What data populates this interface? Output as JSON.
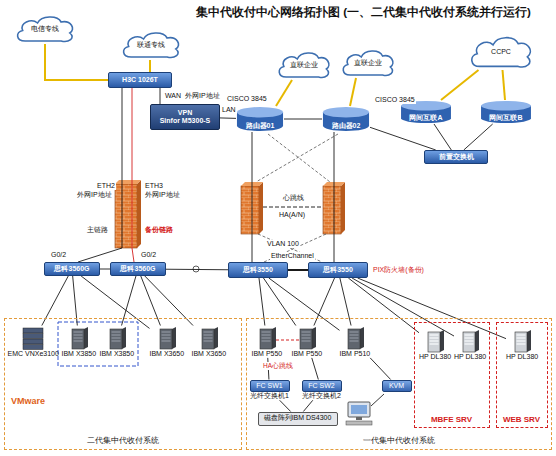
{
  "diagram": {
    "title": "集中代收付中心网络拓扑图 (一、二代集中代收付系统并行运行)",
    "nodes": [
      {
        "text": [
          "电信专线"
        ]
      },
      {
        "text": [
          "联通专线"
        ]
      },
      {
        "text": [
          "H3C 1026T"
        ]
      },
      {
        "text": [
          "VPN",
          "Sinfor M5300-S"
        ]
      },
      {
        "text": [
          "直联企业"
        ]
      },
      {
        "text": [
          "直联企业"
        ]
      },
      {
        "text": [
          "CCPC"
        ]
      },
      {
        "text": [
          "路由器01"
        ]
      },
      {
        "text": [
          "路由器02"
        ]
      },
      {
        "text": [
          "网间互联A"
        ]
      },
      {
        "text": [
          "网间互联B"
        ]
      },
      {
        "text": [
          "前置交换机"
        ]
      },
      {
        "text": [
          "思科3560G"
        ]
      },
      {
        "text": [
          "思科3560G"
        ]
      },
      {
        "text": [
          "思科3550"
        ]
      },
      {
        "text": [
          "思科3550"
        ]
      },
      {
        "text": [
          "二代集中代收付系统"
        ]
      },
      {
        "text": [
          "EMC VNXe3100"
        ],
        "in": 16
      },
      {
        "text": [
          "IBM X3850"
        ],
        "in": 16
      },
      {
        "text": [
          "IBM X3850"
        ],
        "in": 16
      },
      {
        "text": [
          "IBM X3650"
        ],
        "in": 16
      },
      {
        "text": [
          "IBM X3650"
        ],
        "in": 16
      },
      {
        "text": [
          "一代集中代收付系统"
        ]
      },
      {
        "text": [
          "IBM P550"
        ],
        "in": 22
      },
      {
        "text": [
          "IBM P550"
        ],
        "in": 22
      },
      {
        "text": [
          "IBM P510"
        ],
        "in": 22
      },
      {
        "text": [
          "FC SW1",
          "光纤交换机1"
        ],
        "in": 22
      },
      {
        "text": [
          "FC SW2",
          "光纤交换机2"
        ],
        "in": 22
      },
      {
        "text": [
          "磁盘阵列IBM DS4300"
        ],
        "in": 22
      },
      {
        "text": [
          "KVM"
        ],
        "in": 22
      },
      {
        "text": [
          "MBFE SRV"
        ],
        "in": 22
      },
      {
        "text": [
          "HP DL380"
        ],
        "in": 30
      },
      {
        "text": [
          "HP DL380"
        ],
        "in": 30
      },
      {
        "text": [
          "WEB SRV"
        ],
        "in": 22
      },
      {
        "text": [
          "HP DL380"
        ],
        "in": 33
      }
    ],
    "edges": [
      {
        "from": 0,
        "to": 2,
        "arrow": "none"
      },
      {
        "from": 1,
        "to": 2,
        "arrow": "none"
      },
      {
        "from": 2,
        "to": 3,
        "arrow": "none"
      },
      {
        "from": 3,
        "to": 7,
        "arrow": "none"
      },
      {
        "from": 2,
        "to": 12,
        "arrow": "none"
      },
      {
        "from": 2,
        "to": 13,
        "arrow": "none"
      },
      {
        "from": 4,
        "to": 7,
        "arrow": "none"
      },
      {
        "from": 5,
        "to": 8,
        "arrow": "none"
      },
      {
        "from": 7,
        "to": 8,
        "arrow": "none"
      },
      {
        "from": 7,
        "to": 14,
        "arrow": "none"
      },
      {
        "from": 8,
        "to": 15,
        "arrow": "none"
      },
      {
        "from": 6,
        "to": 9,
        "arrow": "none"
      },
      {
        "from": 6,
        "to": 10,
        "arrow": "none"
      },
      {
        "from": 9,
        "to": 11,
        "arrow": "none"
      },
      {
        "from": 10,
        "to": 11,
        "arrow": "none"
      },
      {
        "from": 11,
        "to": 8,
        "arrow": "none"
      },
      {
        "from": 12,
        "to": 13,
        "arrow": "none"
      },
      {
        "from": 13,
        "to": 14,
        "arrow": "none"
      },
      {
        "from": 14,
        "to": 15,
        "arrow": "none"
      },
      {
        "from": 12,
        "to": 17,
        "arrow": "none"
      },
      {
        "from": 12,
        "to": 18,
        "arrow": "none"
      },
      {
        "from": 12,
        "to": 20,
        "arrow": "none"
      },
      {
        "from": 13,
        "to": 19,
        "arrow": "none"
      },
      {
        "from": 13,
        "to": 20,
        "arrow": "none"
      },
      {
        "from": 13,
        "to": 21,
        "arrow": "none"
      },
      {
        "from": 14,
        "to": 23,
        "arrow": "none"
      },
      {
        "from": 14,
        "to": 24,
        "arrow": "none"
      },
      {
        "from": 14,
        "to": 25,
        "arrow": "none"
      },
      {
        "from": 15,
        "to": 24,
        "arrow": "none"
      },
      {
        "from": 15,
        "to": 25,
        "arrow": "none"
      },
      {
        "from": 15,
        "to": 31,
        "arrow": "none"
      },
      {
        "from": 15,
        "to": 32,
        "arrow": "none"
      },
      {
        "from": 15,
        "to": 34,
        "arrow": "none"
      },
      {
        "from": 23,
        "to": 26,
        "arrow": "none"
      },
      {
        "from": 24,
        "to": 27,
        "arrow": "none"
      },
      {
        "from": 26,
        "to": 28,
        "arrow": "none"
      },
      {
        "from": 27,
        "to": 28,
        "arrow": "none"
      },
      {
        "from": 25,
        "to": 29,
        "arrow": "none"
      }
    ],
    "labels": [
      "WAN",
      "外网IP地址",
      "LAN",
      "CISCO 3845",
      "CISCO 3845",
      "ETH2",
      "外网IP地址",
      "ETH3",
      "外网IP地址",
      "主链路",
      "备份链路",
      "G0/2",
      "G0/2",
      "心跳线",
      "HA(A/N)",
      "VLAN 100",
      "EtherChannel",
      "PIX防火墙(备份)",
      "VMware",
      "HA心跳线"
    ]
  }
}
